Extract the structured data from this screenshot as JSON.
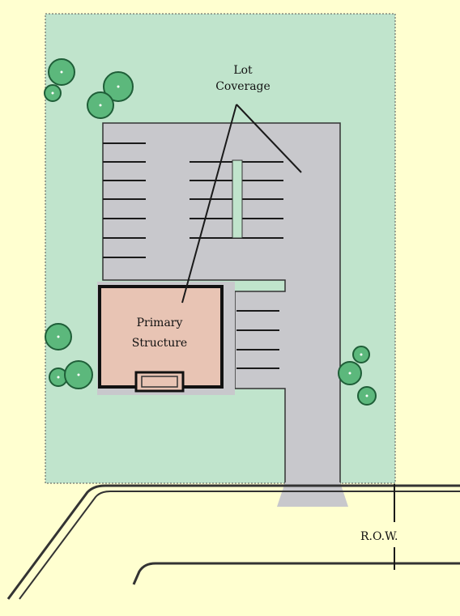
{
  "labels": {
    "lot_coverage_line1": "Lot",
    "lot_coverage_line2": "Coverage",
    "primary_structure_line1": "Primary",
    "primary_structure_line2": "Structure",
    "row": "R.O.W."
  },
  "colors": {
    "background": "#ffffd0",
    "lot": "#c0e4cc",
    "pavement": "#c8c8cc",
    "building": "#e8c4b4",
    "tree_fill": "#5cb87c",
    "tree_stroke": "#1f5e38",
    "line": "#1a1a1a"
  }
}
